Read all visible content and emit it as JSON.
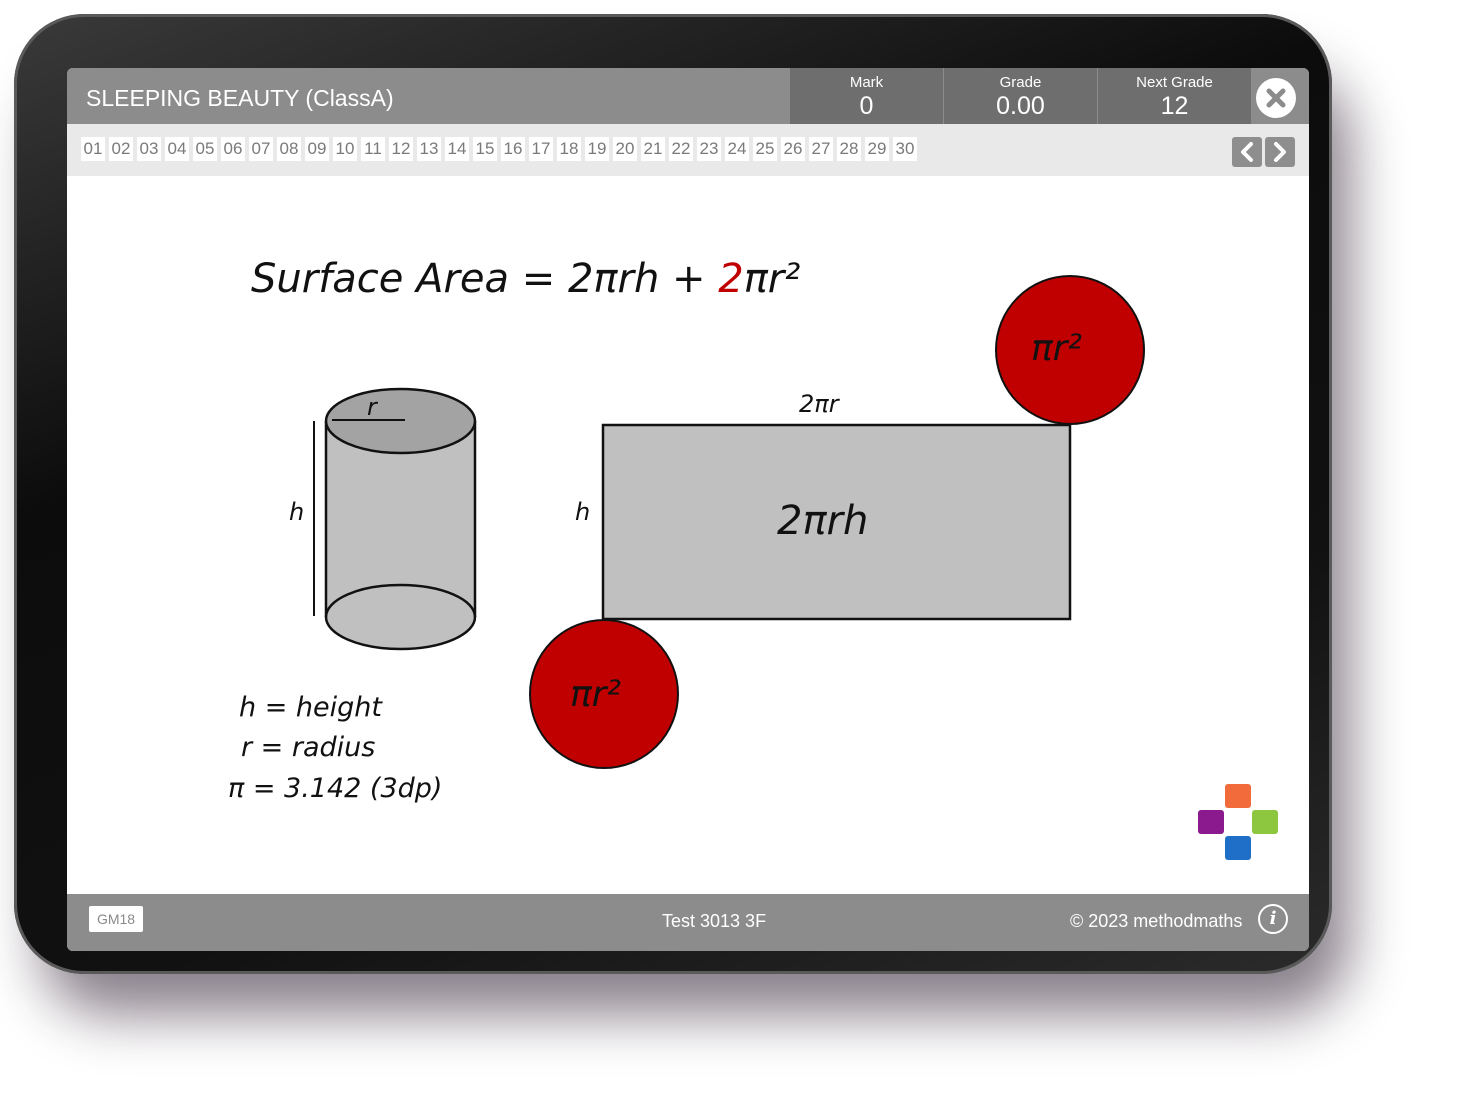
{
  "header": {
    "title": "SLEEPING BEAUTY (ClassA)",
    "mark_label": "Mark",
    "mark_value": "0",
    "grade_label": "Grade",
    "grade_value": "0.00",
    "next_grade_label": "Next Grade",
    "next_grade_value": "12",
    "close_icon": "close-icon"
  },
  "questions": [
    "01",
    "02",
    "03",
    "04",
    "05",
    "06",
    "07",
    "08",
    "09",
    "10",
    "11",
    "12",
    "13",
    "14",
    "15",
    "16",
    "17",
    "18",
    "19",
    "20",
    "21",
    "22",
    "23",
    "24",
    "25",
    "26",
    "27",
    "28",
    "29",
    "30"
  ],
  "nav": {
    "prev_icon": "chevron-left-icon",
    "next_icon": "chevron-right-icon"
  },
  "content": {
    "formula_main": "Surface Area = 2πrh + ",
    "formula_red": "2",
    "formula_end": "πr²",
    "cylinder_r": "r",
    "cylinder_h": "h",
    "net_top": "2πr",
    "net_side": "h",
    "net_center": "2πrh",
    "circle_label": "πr²",
    "legend": [
      "h = height",
      "r = radius",
      "π = 3.142 (3dp)"
    ]
  },
  "colors": {
    "header_bg": "#8c8c8c",
    "stat_bg": "#6e6e6e",
    "circle_red": "#c00000",
    "shape_grey": "#c0c0c0",
    "logo": [
      "#f26b3a",
      "#8b1a8f",
      "#8dc63f",
      "#1f6ec7"
    ]
  },
  "footer": {
    "code": "GM18",
    "test_name": "Test 3013 3F",
    "copyright": "© 2023 methodmaths",
    "info_icon": "info-icon"
  }
}
